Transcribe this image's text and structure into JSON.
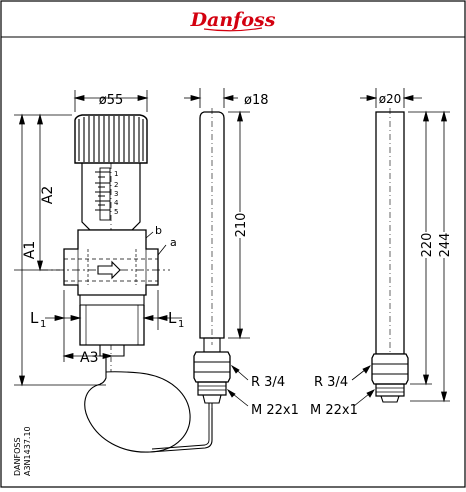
{
  "brand": {
    "logo_text": "Danfoss",
    "logo_color": "#d3000f"
  },
  "colors": {
    "line": "#000000",
    "paper": "#ffffff"
  },
  "drawing": {
    "dim_phi55": "ø55",
    "dim_phi18": "ø18",
    "dim_phi20": "ø20",
    "dim_210": "210",
    "dim_220": "220",
    "dim_244": "244",
    "label_A1": "A1",
    "label_A2": "A2",
    "label_A3": "A3",
    "label_L1_left": "L",
    "label_L1_left_sub": "1",
    "label_L1_right": "L",
    "label_L1_right_sub": "1",
    "label_b": "b",
    "label_a": "a",
    "scale_1": "1",
    "scale_2": "2",
    "scale_3": "3",
    "scale_4": "4",
    "scale_5": "5",
    "thread_R_mid": "R 3/4",
    "thread_M_mid": "M 22x1",
    "thread_R_right": "R 3/4",
    "thread_M_right": "M 22x1",
    "code_line1": "DANFOSS",
    "code_line2": "A3N1437.10"
  }
}
